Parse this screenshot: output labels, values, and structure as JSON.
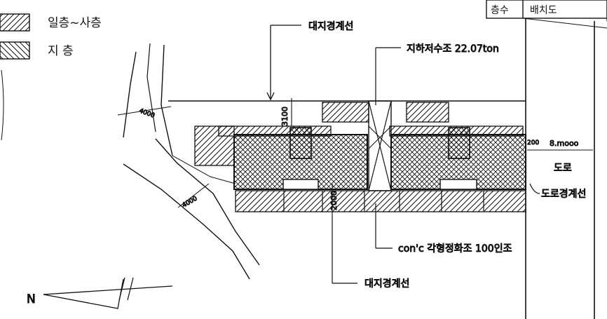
{
  "legend": {
    "above_ground": "일층~사층",
    "underground": "지    층"
  },
  "title_block": {
    "sheet_label": "층수",
    "drawing_name": "배치도"
  },
  "labels": {
    "site_boundary_top": "대지경계선",
    "site_boundary_bottom": "대지경계선",
    "water_tank": "지하저수조 22.07ton",
    "septic_tank": "con'c 각형정화조 100인조",
    "road": "도로",
    "road_boundary": "도로경계선",
    "road_width": "8.mooo",
    "road_setback": "200"
  },
  "dimensions": {
    "top_setback": "3100",
    "bottom_setback": "2000",
    "left_road_a": "4000",
    "left_road_b": "4000"
  },
  "north_arrow": "N",
  "colors": {
    "ink": "#111111",
    "paper": "#ffffff"
  }
}
